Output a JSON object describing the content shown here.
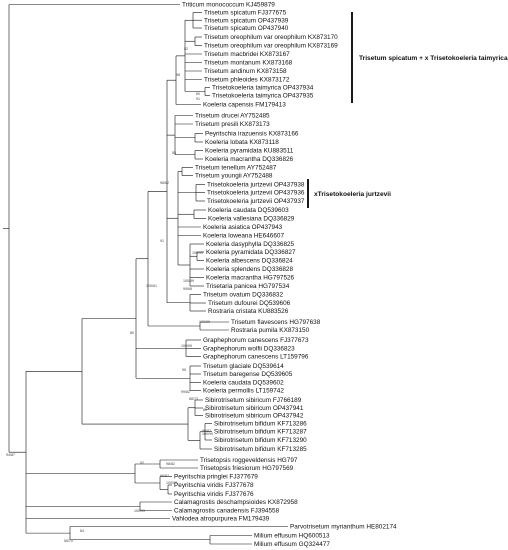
{
  "taxa": [
    "Triticum monococcum KJ459879",
    "Trisetum spicatum FJ377675",
    "Trisetum spicatum OP437939",
    "Trisetum spicatum OP437940",
    "Trisetum oreophilum var oreophilum KX873170",
    "Trisetum oreophilum var oreophilum KX873169",
    "Trisetum macbridei KX873167",
    "Trisetum montanum KX873168",
    "Trisetum andinum KX873158",
    "Trisetum phleoides KX873172",
    "Trisetokoeleria taimyrica OP437934",
    "Trisetokoeleria taimyrica OP437935",
    "Koeleria capensis FM179413",
    "Trisetum drucei AY752485",
    "Trisetum presili KX873173",
    "Peyritschia irazuensis KX873166",
    "Koeleria lobata KX873118",
    "Koeleria pyramidata KU883511",
    "Koeleria macrantha DQ336826",
    "Trisetum tenellum AY752487",
    "Trisetum youngii AY752488",
    "Trisetokoeleria jurtzevii OP437938",
    "Trisetokoeleria jurtzevii OP437936",
    "Trisetokoeleria jurtzevii OP437937",
    "Koeleria caudata DQ539603",
    "Koeleria vallesiana DQ336829",
    "Koeleria asiatica OP437943",
    "Koeleria loweana HE646607",
    "Koeleria dasyphylla DQ336825",
    "Koeleria pyramidata DQ336827",
    "Koeleria albescens DQ336824",
    "Koeleria splendens DQ336828",
    "Koeleria macrantha HG797526",
    "Trisetaria panicea HG797534",
    "Trisetum ovatum DQ336832",
    "Trisetum dufourei DQ539606",
    "Rostraria cristata KU883526",
    "Trisetum flavescens HG797638",
    "Rostraria pumila KX873150",
    "Graphephorum canescens FJ377673",
    "Graphephorum wolfii DQ336823",
    "Graphephorum canescens LT159796",
    "Trisetum glaciale DQ539614",
    "Trisetum baregense DQ539605",
    "Koeleria caudata DQ539602",
    "Koeleria permollis LT159742",
    "Sibirotrisetum sibiricum FJ766189",
    "Sibirotrisetum sibiricum OP437941",
    "Sibirotrisetum sibiricum OP437942",
    "Sibirotrisetum bifidum KF713286",
    "Sibirotrisetum bifidum KF713287",
    "Sibirotrisetum bifidum KF713290",
    "Sibirotrisetum bifidum KF713285",
    "Trisetopsis roggeveldensis HG797",
    "Trisetopsis friesiorum HG797569",
    "Peyritschia pringlei FJ377679",
    "Peyritschia viridis FJ377678",
    "Peyritschia viridis FJ377676",
    "Calamagrostis deschampsioides KX872958",
    "Calamagrostis canadensis FJ394558",
    "Vahlodea atropurpurea FM179439",
    "Parvotrisetum myrianthum HE802174",
    "Milium effusum HQ600513",
    "Milium effusum GQ324477"
  ],
  "clade_labels": [
    "Trisetum spicatum + x Trisetokoeleria taimyrica",
    "xTrisetokoeleria jurtzevii"
  ],
  "support_values": [
    "52",
    "98",
    "91",
    "60",
    "55",
    "99",
    "98/62",
    "91",
    "100/99",
    "99/68",
    "100/61",
    "100/99",
    "80",
    "100/99",
    "95",
    "99/82",
    "88/73",
    "89",
    "94/87",
    "92",
    "98/82",
    "96/87",
    "100/99",
    "100/99",
    "55/70",
    "64"
  ]
}
